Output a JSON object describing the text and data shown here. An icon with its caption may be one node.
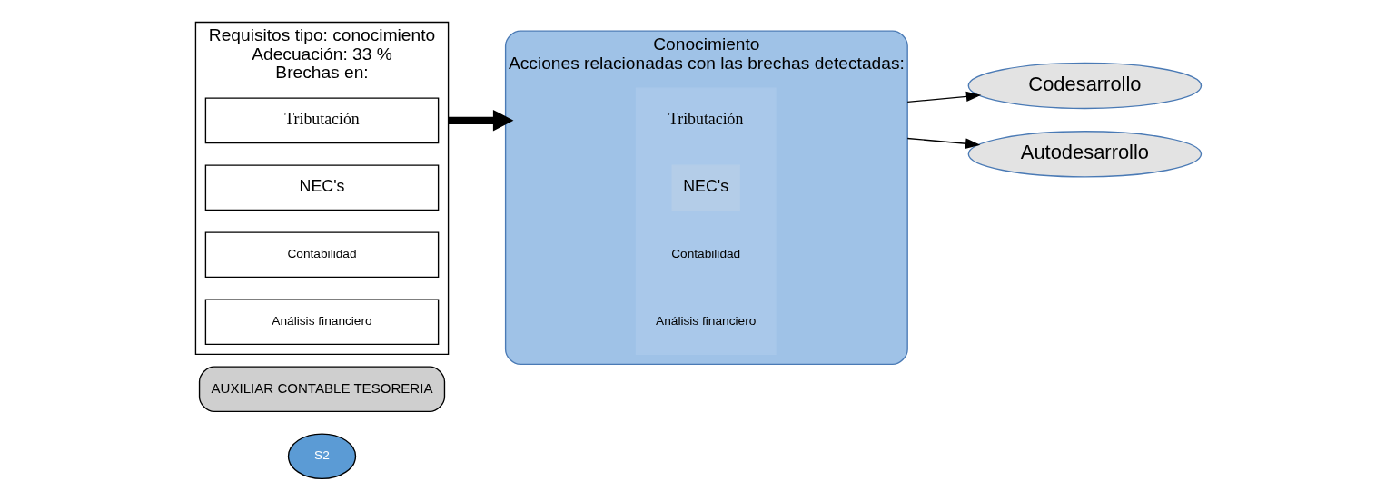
{
  "diagram": {
    "nodes": [
      {
        "text": [
          "S2"
        ]
      },
      {
        "text": [
          "AUXILIAR CONTABLE TESORERIA"
        ]
      },
      {
        "text": [
          "Requisitos tipo: conocimiento",
          "Adecuación: 33 %",
          "Brechas en:"
        ]
      },
      {
        "text": [
          "Tributación"
        ],
        "in": 2
      },
      {
        "text": [
          "NEC's"
        ],
        "in": 2
      },
      {
        "text": [
          "Contabilidad"
        ],
        "in": 2
      },
      {
        "text": [
          "Análisis financiero"
        ],
        "in": 2
      },
      {
        "text": [
          "Conocimiento",
          "Acciones relacionadas con las brechas detectadas:"
        ]
      },
      {
        "text": [],
        "shape": "box",
        "in": 7
      },
      {
        "text": [
          "Tributación"
        ],
        "in": 8
      },
      {
        "text": [
          "NEC's"
        ],
        "in": 8
      },
      {
        "text": [
          "Contabilidad"
        ],
        "in": 8
      },
      {
        "text": [
          "Análisis financiero"
        ],
        "in": 8
      },
      {
        "text": [
          "Codesarrollo"
        ]
      },
      {
        "text": [
          "Autodesarrollo"
        ]
      }
    ],
    "edges": [
      {
        "from": 2,
        "to": 7,
        "arrow": "to",
        "style": "thick"
      },
      {
        "from": 7,
        "to": 13,
        "arrow": "to"
      },
      {
        "from": 7,
        "to": 14,
        "arrow": "to"
      }
    ]
  }
}
